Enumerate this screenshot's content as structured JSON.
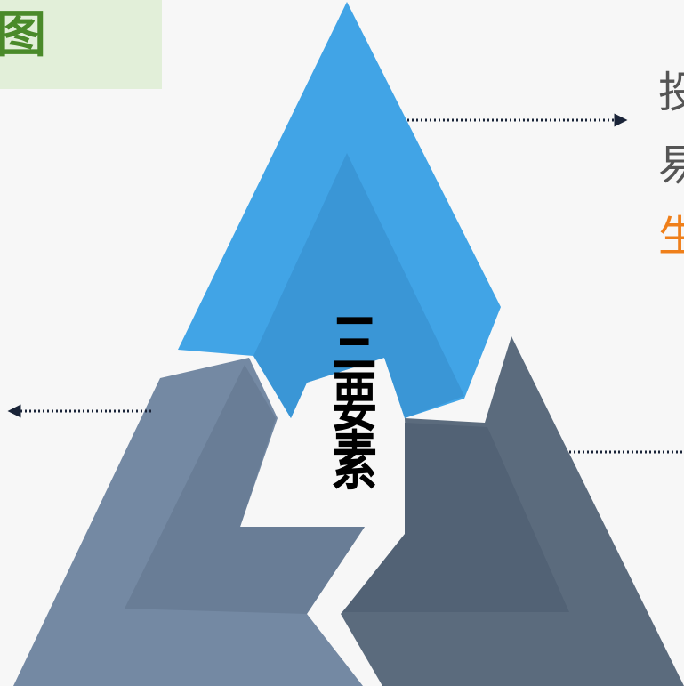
{
  "title": {
    "text": "图"
  },
  "right_texts": [
    {
      "text": "投",
      "color": "#555555"
    },
    {
      "text": "易",
      "color": "#555555"
    },
    {
      "text": "生",
      "color": "#ef7f1a"
    }
  ],
  "center_label": {
    "text": "三要素"
  },
  "colors": {
    "top_segment": "#41a4e6",
    "top_segment_inner": "#3a96d6",
    "left_segment": "#7489a3",
    "left_segment_inner": "#697d96",
    "right_segment": "#5b6b7d",
    "right_segment_inner": "#526275",
    "connector": "#1a2438",
    "title_bg": "#e2efd9",
    "title_fg": "#4a8a2a",
    "highlight": "#ef7f1a"
  }
}
